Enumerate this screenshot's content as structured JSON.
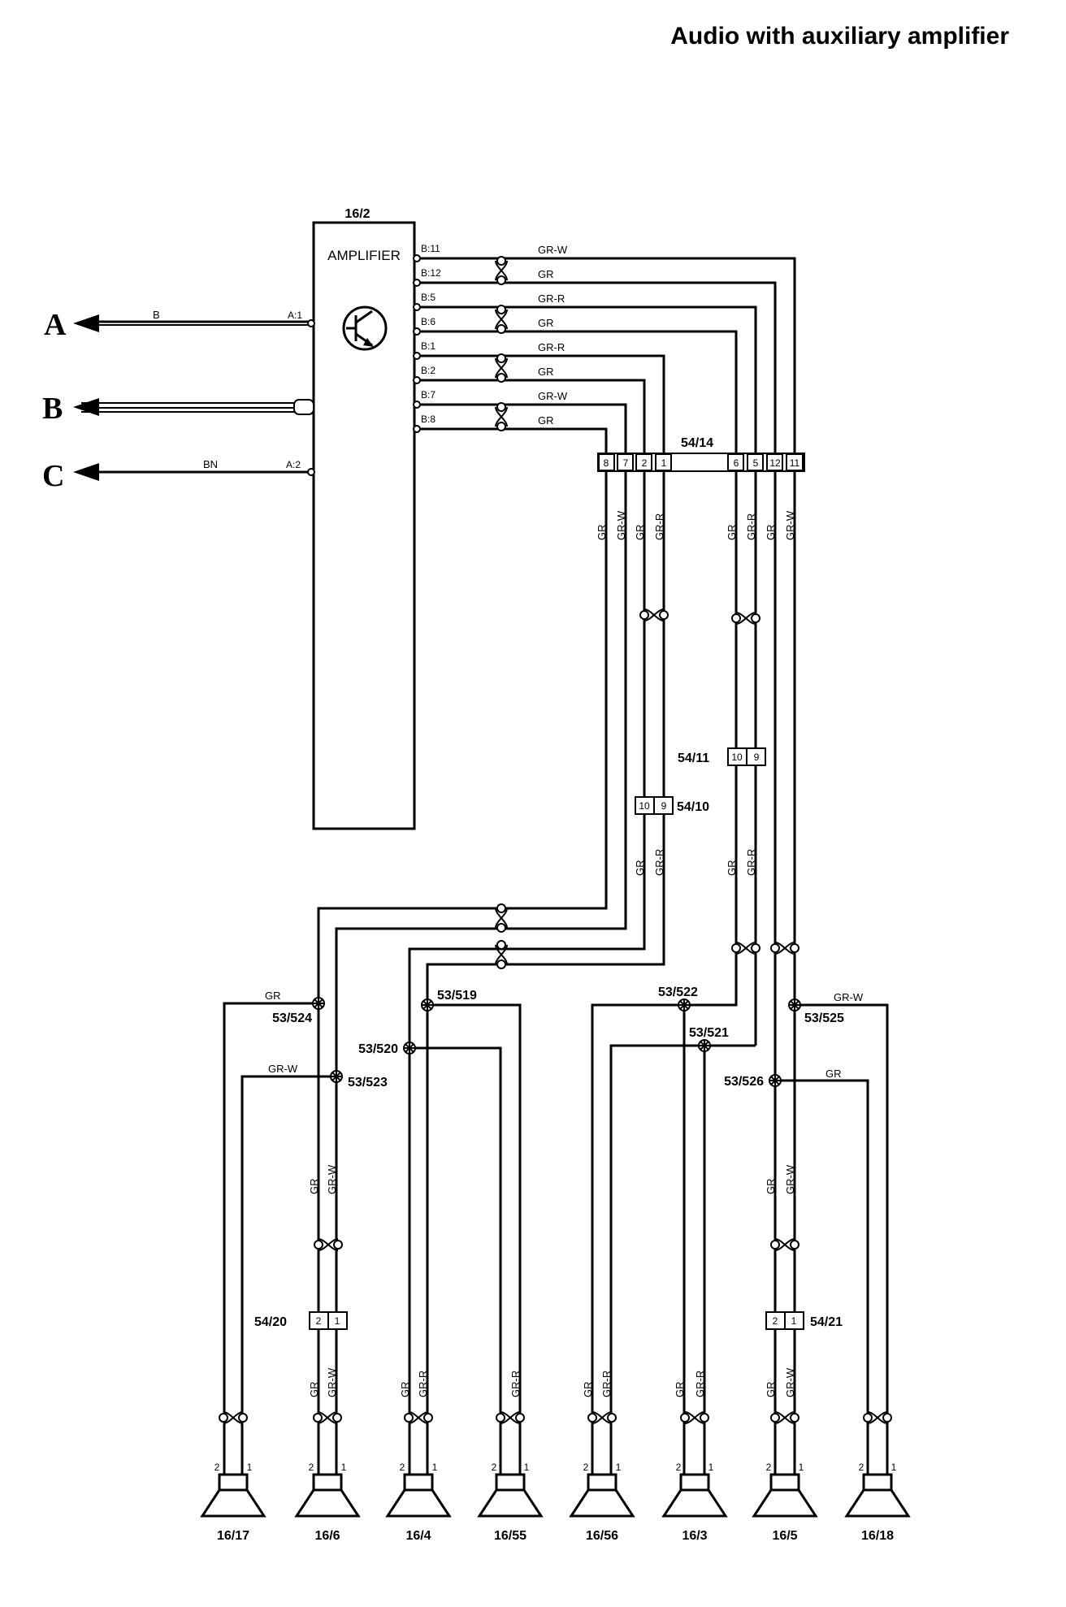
{
  "title": "Audio with auxiliary amplifier",
  "amplifier": {
    "id": "16/2",
    "name": "AMPLIFIER"
  },
  "side_connections": [
    {
      "letter": "A",
      "wire": "B",
      "pin": "A:1"
    },
    {
      "letter": "B",
      "wire": "",
      "pin": ""
    },
    {
      "letter": "C",
      "wire": "BN",
      "pin": "A:2"
    }
  ],
  "amp_outputs": [
    {
      "pin": "B:11",
      "color": "GR-W"
    },
    {
      "pin": "B:12",
      "color": "GR"
    },
    {
      "pin": "B:5",
      "color": "GR-R"
    },
    {
      "pin": "B:6",
      "color": "GR"
    },
    {
      "pin": "B:1",
      "color": "GR-R"
    },
    {
      "pin": "B:2",
      "color": "GR"
    },
    {
      "pin": "B:7",
      "color": "GR-W"
    },
    {
      "pin": "B:8",
      "color": "GR"
    }
  ],
  "connectors": {
    "c54_14": {
      "id": "54/14",
      "pins": [
        "8",
        "7",
        "2",
        "1",
        "6",
        "5",
        "12",
        "11"
      ]
    },
    "c54_11": {
      "id": "54/11",
      "pins": [
        "10",
        "9"
      ]
    },
    "c54_10": {
      "id": "54/10",
      "pins": [
        "10",
        "9"
      ]
    },
    "c54_20": {
      "id": "54/20",
      "pins": [
        "2",
        "1"
      ]
    },
    "c54_21": {
      "id": "54/21",
      "pins": [
        "2",
        "1"
      ]
    }
  },
  "vertical_wire_labels": [
    "GR",
    "GR-W",
    "GR",
    "GR-R",
    "GR",
    "GR-R",
    "GR",
    "GR-W"
  ],
  "mid_wire_labels": [
    "GR",
    "GR-R",
    "GR",
    "GR-R"
  ],
  "splices": [
    "53/524",
    "53/523",
    "53/520",
    "53/519",
    "53/522",
    "53/521",
    "53/526",
    "53/525"
  ],
  "splice_wire_labels": {
    "s524": "GR",
    "s523": "GR-W",
    "s525": "GR-W",
    "s526": "GR"
  },
  "lower_wire_labels": {
    "left_pair": [
      "GR",
      "GR-W"
    ],
    "right_pair": [
      "GR",
      "GR-W"
    ],
    "speaker_pairs": [
      [
        "GR",
        "GR-W"
      ],
      [
        "GR",
        "GR-R"
      ],
      [
        "",
        "GR-R"
      ],
      [
        "GR",
        "GR-R"
      ],
      [
        "GR",
        "GR-R"
      ],
      [
        "GR",
        "GR-W"
      ]
    ]
  },
  "speakers": [
    {
      "id": "16/17",
      "pin_left": "2",
      "pin_right": "1"
    },
    {
      "id": "16/6",
      "pin_left": "2",
      "pin_right": "1"
    },
    {
      "id": "16/4",
      "pin_left": "2",
      "pin_right": "1"
    },
    {
      "id": "16/55",
      "pin_left": "2",
      "pin_right": "1"
    },
    {
      "id": "16/56",
      "pin_left": "2",
      "pin_right": "1"
    },
    {
      "id": "16/3",
      "pin_left": "2",
      "pin_right": "1"
    },
    {
      "id": "16/5",
      "pin_left": "2",
      "pin_right": "1"
    },
    {
      "id": "16/18",
      "pin_left": "2",
      "pin_right": "1"
    }
  ]
}
